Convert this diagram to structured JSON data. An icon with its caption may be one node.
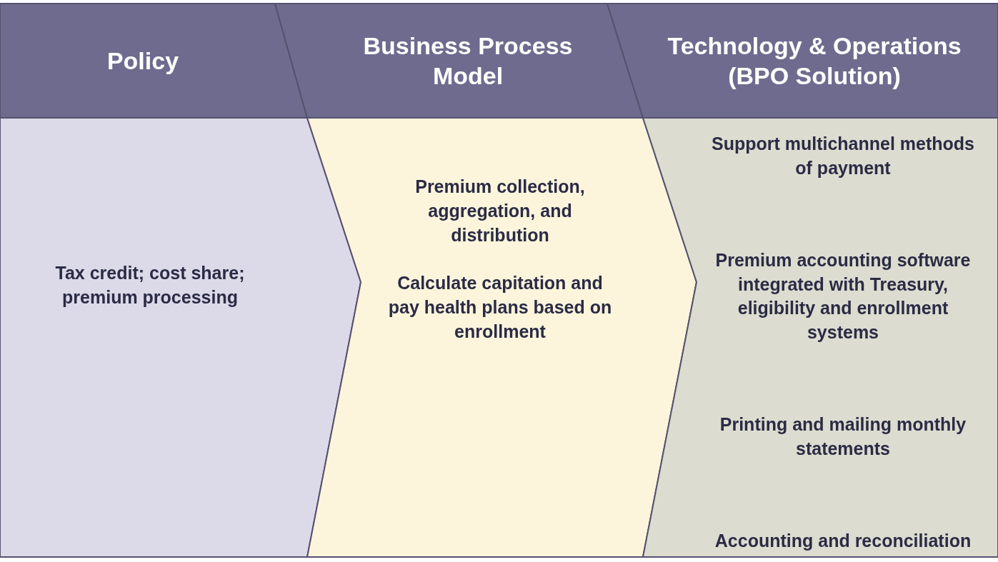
{
  "diagram": {
    "nodes": [
      {
        "text": [
          "Policy"
        ]
      },
      {
        "text": [
          "Business Process Model"
        ]
      },
      {
        "text": [
          "Technology & Operations (BPO Solution)"
        ]
      },
      {
        "text": [
          "Tax credit; cost share; premium processing"
        ]
      },
      {
        "text": [
          "Premium collection, aggregation, and distribution",
          "Calculate capitation and pay health plans based on enrollment"
        ]
      },
      {
        "text": [
          "Support multichannel methods of payment",
          "Premium accounting software integrated with Treasury, eligibility and enrollment systems",
          "Printing and mailing monthly statements",
          "Accounting and reconciliation"
        ]
      }
    ]
  }
}
